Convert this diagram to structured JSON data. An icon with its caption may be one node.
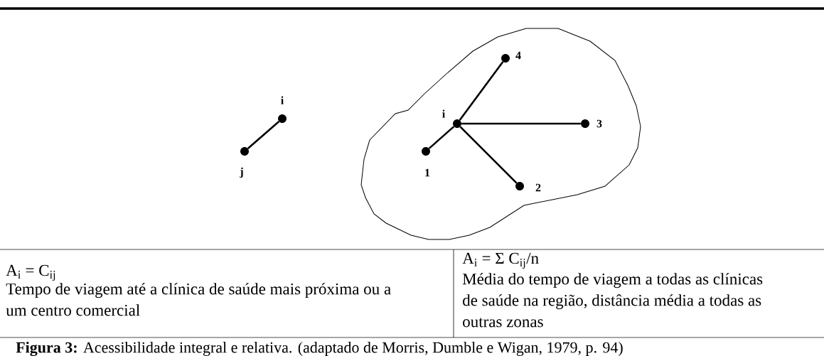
{
  "diagram": {
    "caption": "**Figura 3:** Acessibilidade integral e relativa. (adaptado de  Morris, Dumble e Wigan, 1979, p. 94)",
    "nodes": [
      {
        "text": [],
        "shape": "circle",
        "beside": [
          "i"
        ]
      },
      {
        "text": [],
        "shape": "circle",
        "beside": [
          "j"
        ]
      },
      {
        "text": [],
        "shape": "cloud"
      },
      {
        "text": [],
        "shape": "circle",
        "beside": [
          "i"
        ],
        "in": 2
      },
      {
        "text": [],
        "shape": "circle",
        "beside": [
          "1"
        ],
        "in": 2
      },
      {
        "text": [],
        "shape": "circle",
        "beside": [
          "2"
        ],
        "in": 2
      },
      {
        "text": [],
        "shape": "circle",
        "beside": [
          "3"
        ],
        "in": 2
      },
      {
        "text": [],
        "shape": "circle",
        "beside": [
          "4"
        ],
        "in": 2
      }
    ],
    "edges": [
      {
        "from": 0,
        "to": 1,
        "arrow": "none"
      },
      {
        "from": 3,
        "to": 4,
        "arrow": "none"
      },
      {
        "from": 3,
        "to": 5,
        "arrow": "none"
      },
      {
        "from": 3,
        "to": 6,
        "arrow": "none"
      },
      {
        "from": 3,
        "to": 7,
        "arrow": "none"
      }
    ],
    "labels": [
      "A$_{i}$ = C$_{ij}$",
      "Tempo de viagem até a clínica de saúde mais próxima ou a um centro comercial",
      "A$_{i}$ = Σ C$_{ij}$/n",
      "Média do tempo de viagem a todas as clínicas de saúde na região, distância média a todas as outras zonas"
    ]
  }
}
